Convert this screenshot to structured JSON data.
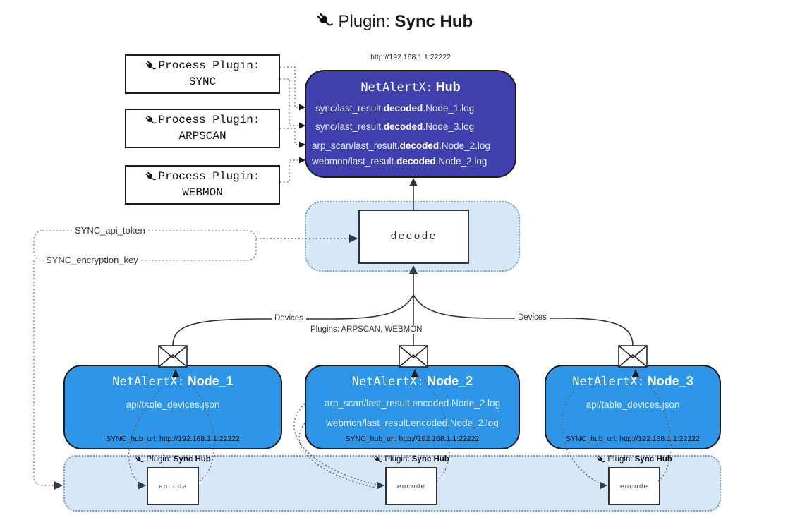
{
  "title": {
    "prefix": "Plugin:",
    "name": "Sync Hub"
  },
  "process_plugins": [
    {
      "label": "Process Plugin:",
      "name": "SYNC"
    },
    {
      "label": "Process Plugin:",
      "name": "ARPSCAN"
    },
    {
      "label": "Process Plugin:",
      "name": "WEBMON"
    }
  ],
  "hub": {
    "url": "http://192.168.1.1:22222",
    "title_prefix": "NetAlertX:",
    "title_name": "Hub",
    "logs": [
      {
        "pre": "sync/last_result.",
        "bold": "decoded",
        "post": ".Node_1.log"
      },
      {
        "pre": "sync/last_result.",
        "bold": "decoded",
        "post": ".Node_3.log"
      },
      {
        "pre": "arp_scan/last_result.",
        "bold": "decoded",
        "post": ".Node_2.log"
      },
      {
        "pre": "webmon/last_result.",
        "bold": "decoded",
        "post": ".Node_2.log"
      }
    ]
  },
  "decode_label": "decode",
  "config": {
    "api_token": "SYNC_api_token",
    "encryption_key": "SYNC_encryption_key"
  },
  "edge_labels": {
    "left": "Devices",
    "center": "Plugins: ARPSCAN, WEBMON",
    "right": "Devices"
  },
  "nodes": [
    {
      "title_prefix": "NetAlertX:",
      "title_name": "Node_1",
      "files": [
        "api/table_devices.json"
      ],
      "hub_url": "SYNC_hub_url: http://192.168.1.1:22222"
    },
    {
      "title_prefix": "NetAlertX:",
      "title_name": "Node_2",
      "files": [
        "arp_scan/last_result.encoded.Node_2.log",
        "webmon/last_result.encoded.Node_2.log"
      ],
      "hub_url": "SYNC_hub_url: http://192.168.1.1:22222"
    },
    {
      "title_prefix": "NetAlertX:",
      "title_name": "Node_3",
      "files": [
        "api/table_devices.json"
      ],
      "hub_url": "SYNC_hub_url: http://192.168.1.1:22222"
    }
  ],
  "encoders": [
    {
      "plugin_prefix": "Plugin:",
      "plugin_name": "Sync Hub",
      "label": "encode"
    },
    {
      "plugin_prefix": "Plugin:",
      "plugin_name": "Sync Hub",
      "label": "encode"
    },
    {
      "plugin_prefix": "Plugin:",
      "plugin_name": "Sync Hub",
      "label": "encode"
    }
  ],
  "colors": {
    "hub_fill": "#3f3fae",
    "node_fill": "#2d96e8",
    "panel_fill": "#d6e8f8",
    "line": "#333333"
  }
}
